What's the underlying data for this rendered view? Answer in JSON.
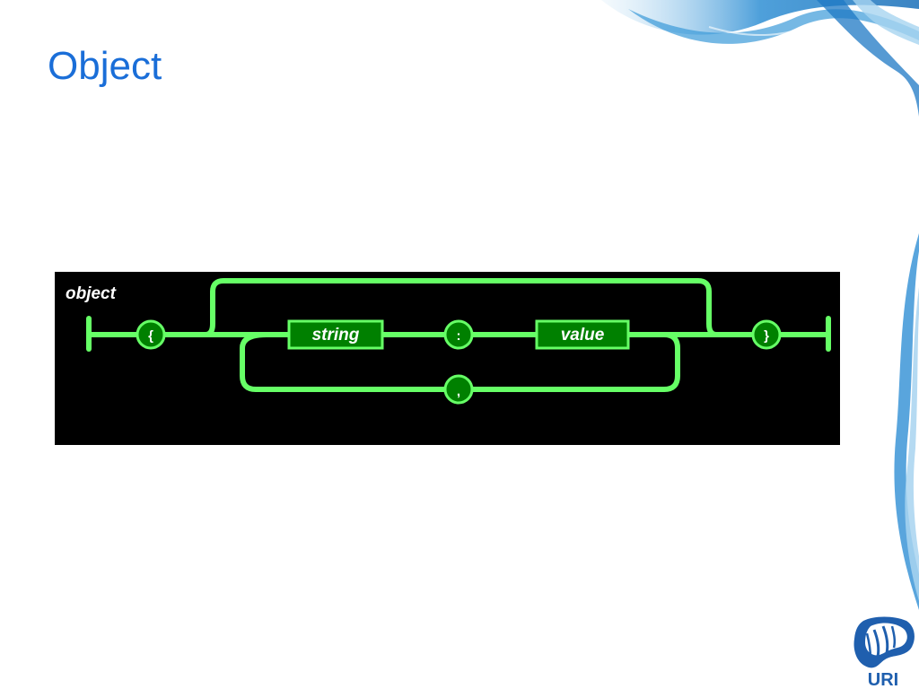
{
  "slide": {
    "title": "Object"
  },
  "diagram": {
    "name": "object",
    "open_brace": "{",
    "string_label": "string",
    "colon": ":",
    "value_label": "value",
    "comma": ",",
    "close_brace": "}"
  },
  "logo": {
    "text": "URI"
  },
  "colors": {
    "title": "#1a6ed8",
    "diagram_bg": "#000000",
    "track": "#66ff66",
    "box_fill": "#008000",
    "smoke": "#3a9ad9"
  }
}
